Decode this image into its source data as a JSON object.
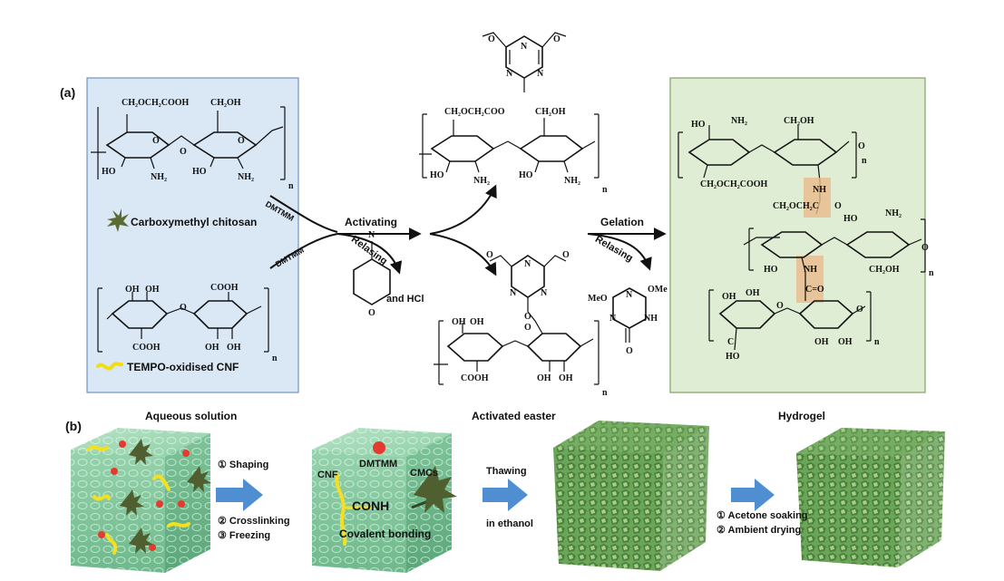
{
  "panel_a": {
    "label": "(a)",
    "left_caption": "Aqueous solution",
    "middle_caption": "Activated easter",
    "right_caption": "Hydrogel",
    "legend_chitosan": "Carboxymethyl chitosan",
    "legend_cnf": "TEMPO-oxidised CNF",
    "reagent_top": "DMTMM",
    "reagent_bottom": "DMTMM",
    "step_activating": "Activating",
    "step_relasing_1": "Relasing",
    "step_gelation": "Gelation",
    "step_relasing_2": "Relasing",
    "byproduct_hcl": "and HCl",
    "colors": {
      "left_box_fill": "#dae7f4",
      "left_box_border": "#6f95c4",
      "right_box_fill": "#e0edd5",
      "right_box_border": "#7fa35f",
      "highlight": "#e9b98a"
    },
    "formula_labels": {
      "ch2och2cooh": "CH₂OCH₂COOH",
      "ch2oh": "CH₂OH",
      "nh2": "NH₂",
      "ho": "HO",
      "oh": "OH",
      "cooh": "COOH",
      "o": "O",
      "n": "N",
      "nh": "NH",
      "meo": "MeO",
      "ome": "OMe",
      "c": "C",
      "ester_link": "CH₂OCH₂COO",
      "ch2och2c": "CH₂OCH₂C",
      "sub_n": "n",
      "c_eq_o": "C=O"
    }
  },
  "panel_b": {
    "label": "(b)",
    "step1_a": "① Shaping",
    "step1_b": "② Crosslinking",
    "step1_c": "③ Freezing",
    "cube2_dmtmm": "DMTMM",
    "cube2_cnf": "CNF",
    "cube2_cmcs": "CMCs",
    "cube2_conh": "CONH",
    "cube2_bond": "Covalent bonding",
    "step2_a": "Thawing",
    "step2_b": "in ethanol",
    "step3_a": "① Acetone soaking",
    "step3_b": "② Ambient drying",
    "colors": {
      "gel_cube": "#8fcfa8",
      "dried_cube": "#5f9a52",
      "process_arrow": "#4f8fd1",
      "cnf_fiber": "#f4e020",
      "dmtmm_dot": "#e53a2f",
      "chitosan": "#4f5f2f"
    }
  }
}
